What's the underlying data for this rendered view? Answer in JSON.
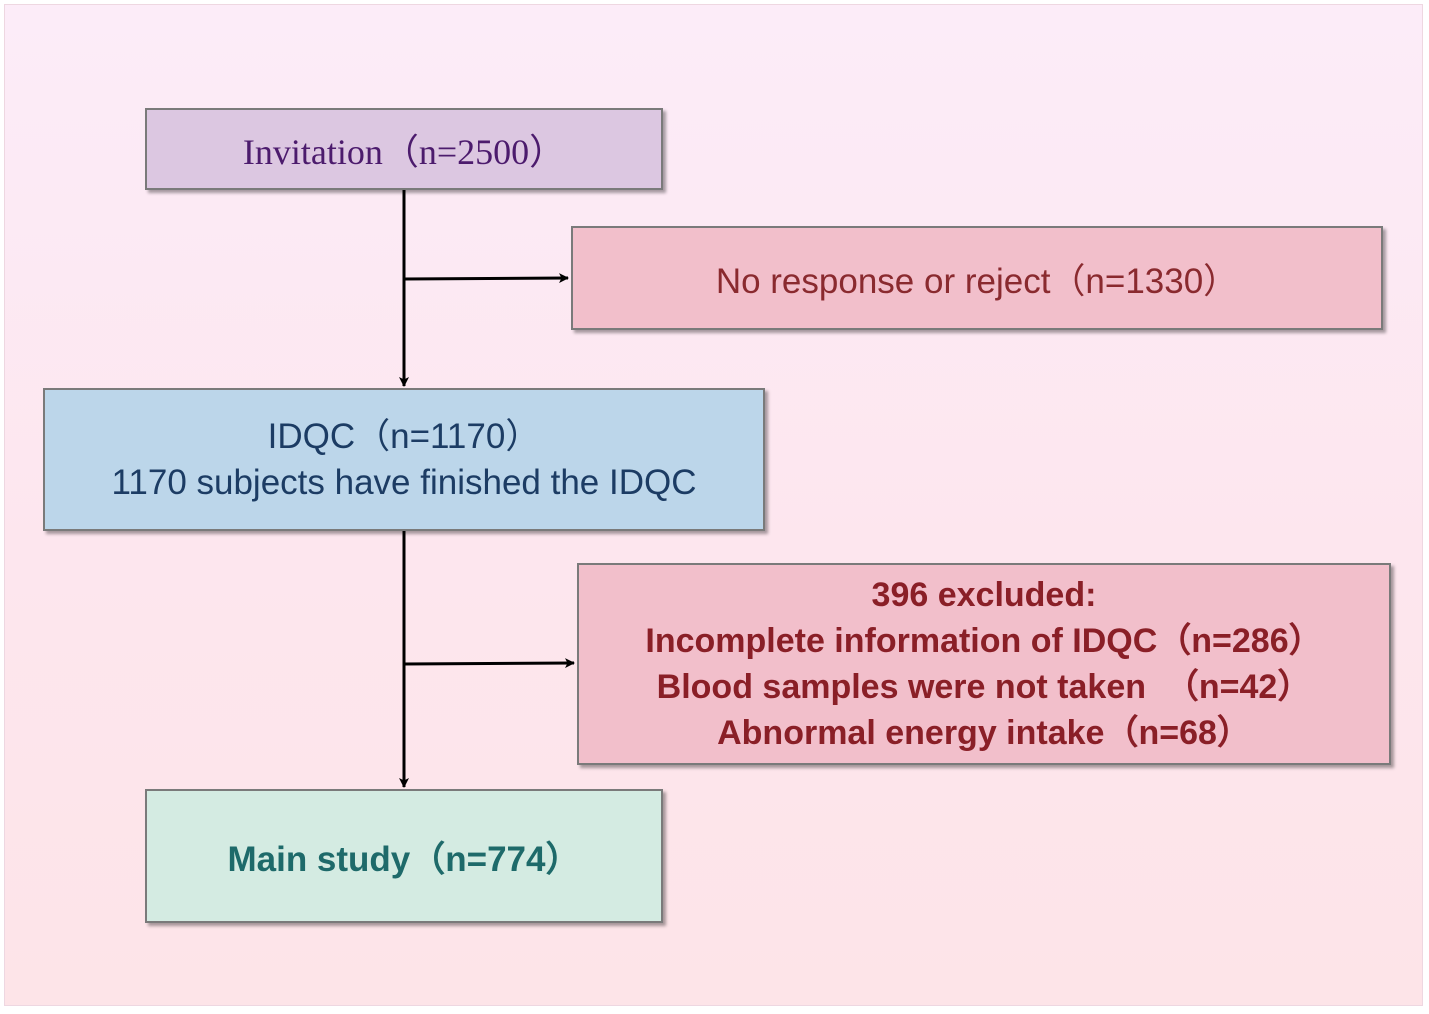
{
  "boxes": {
    "invitation": "Invitation（n=2500）",
    "no_response": "No response or reject（n=1330）",
    "idqc": {
      "line1": "IDQC（n=1170）",
      "line2": "1170 subjects have finished the IDQC"
    },
    "excluded": {
      "title": "396 excluded:",
      "line1": "Incomplete information of IDQC（n=286）",
      "line2": "Blood samples were not taken  （n=42）",
      "line3": "Abnormal energy intake（n=68）"
    },
    "main_study": "Main study（n=774）"
  },
  "colors": {
    "invitation_fill": "#dcc7e1",
    "exclusion_fill": "#f2bfcb",
    "idqc_fill": "#bcd6ea",
    "main_fill": "#d4ebe2",
    "arrow": "#000000"
  }
}
